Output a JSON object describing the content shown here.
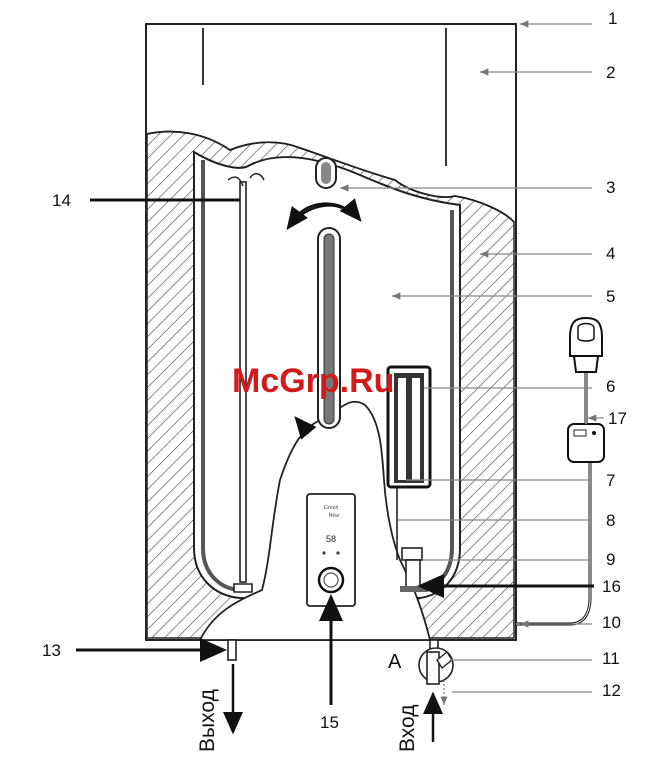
{
  "callouts": {
    "c1": "1",
    "c2": "2",
    "c3": "3",
    "c4": "4",
    "c5": "5",
    "c6": "6",
    "c7": "7",
    "c8": "8",
    "c9": "9",
    "c10": "10",
    "c11": "11",
    "c12": "12",
    "c13": "13",
    "c14": "14",
    "c15": "15",
    "c16": "16",
    "c17": "17"
  },
  "labels": {
    "outlet": "Выход",
    "inlet": "Вход",
    "detail": "A"
  },
  "panel": {
    "brand_line1": "Green",
    "brand_line2": "Wise",
    "temperature": "58"
  },
  "watermark": "McGrp.Ru",
  "colors": {
    "line": "#222222",
    "watermark": "#d21a1a"
  }
}
